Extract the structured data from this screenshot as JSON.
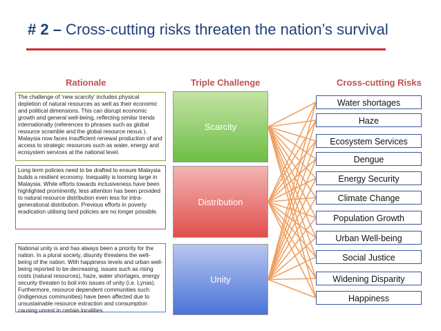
{
  "title": {
    "prefix": "# 2 –",
    "text": " Cross-cutting risks threaten the nation’s survival"
  },
  "headers": {
    "rationale": "Rationale",
    "triple": "Triple Challenge",
    "risks": "Cross-cutting Risks"
  },
  "rationale": [
    "The challenge of ‘new scarcity’ includes physical depletion of natural resources as well as their economic and political dimensions. This can disrupt economic growth and general well-being, reflecting similar trends internationally (references to phrases such as global resource scramble and the global resource nexus ). Malaysia now faces insufficient renewal production of and access to strategic resources such as water, energy and ecosystem services at the national level.",
    "Long term policies need to be drafted to ensure Malaysia builds a resilient economy. Inequality is looming large in Malaysia. While efforts towards inclusiveness have been highlighted prominently, less attention has been provided to natural resource distribution even less for intra-generational distribution. Previous efforts in poverty eradication utilising land policies are no longer possible.",
    "National unity is and has always been a priority for the nation. In a plural society, disunity threatens the well-being of the nation. With happiness levels and urban well-being reported to be decreasing, issues such as rising costs (natural resources), haze, water shortages, energy security threaten to boil into issues of unity (i.e. Lynas). Furthermore, resource dependent communities such (indigenous communities) have been affected due to unsustainable resource extraction and consumption causing unrest in certain localities."
  ],
  "challenges": [
    "Scarcity",
    "Distribution",
    "Unity"
  ],
  "risks": [
    "Water shortages",
    "Haze",
    "Ecosystem Services",
    "Dengue",
    "Energy Security",
    "Climate Change",
    "Population Growth",
    "Urban Well-being",
    "Social Justice",
    "Widening Disparity",
    "Happiness"
  ],
  "colors": {
    "title": "#1f3f78",
    "rule": "#d42a2a",
    "header": "#c0504d",
    "connector": "#f0a060",
    "risk_border": "#3b5598"
  }
}
